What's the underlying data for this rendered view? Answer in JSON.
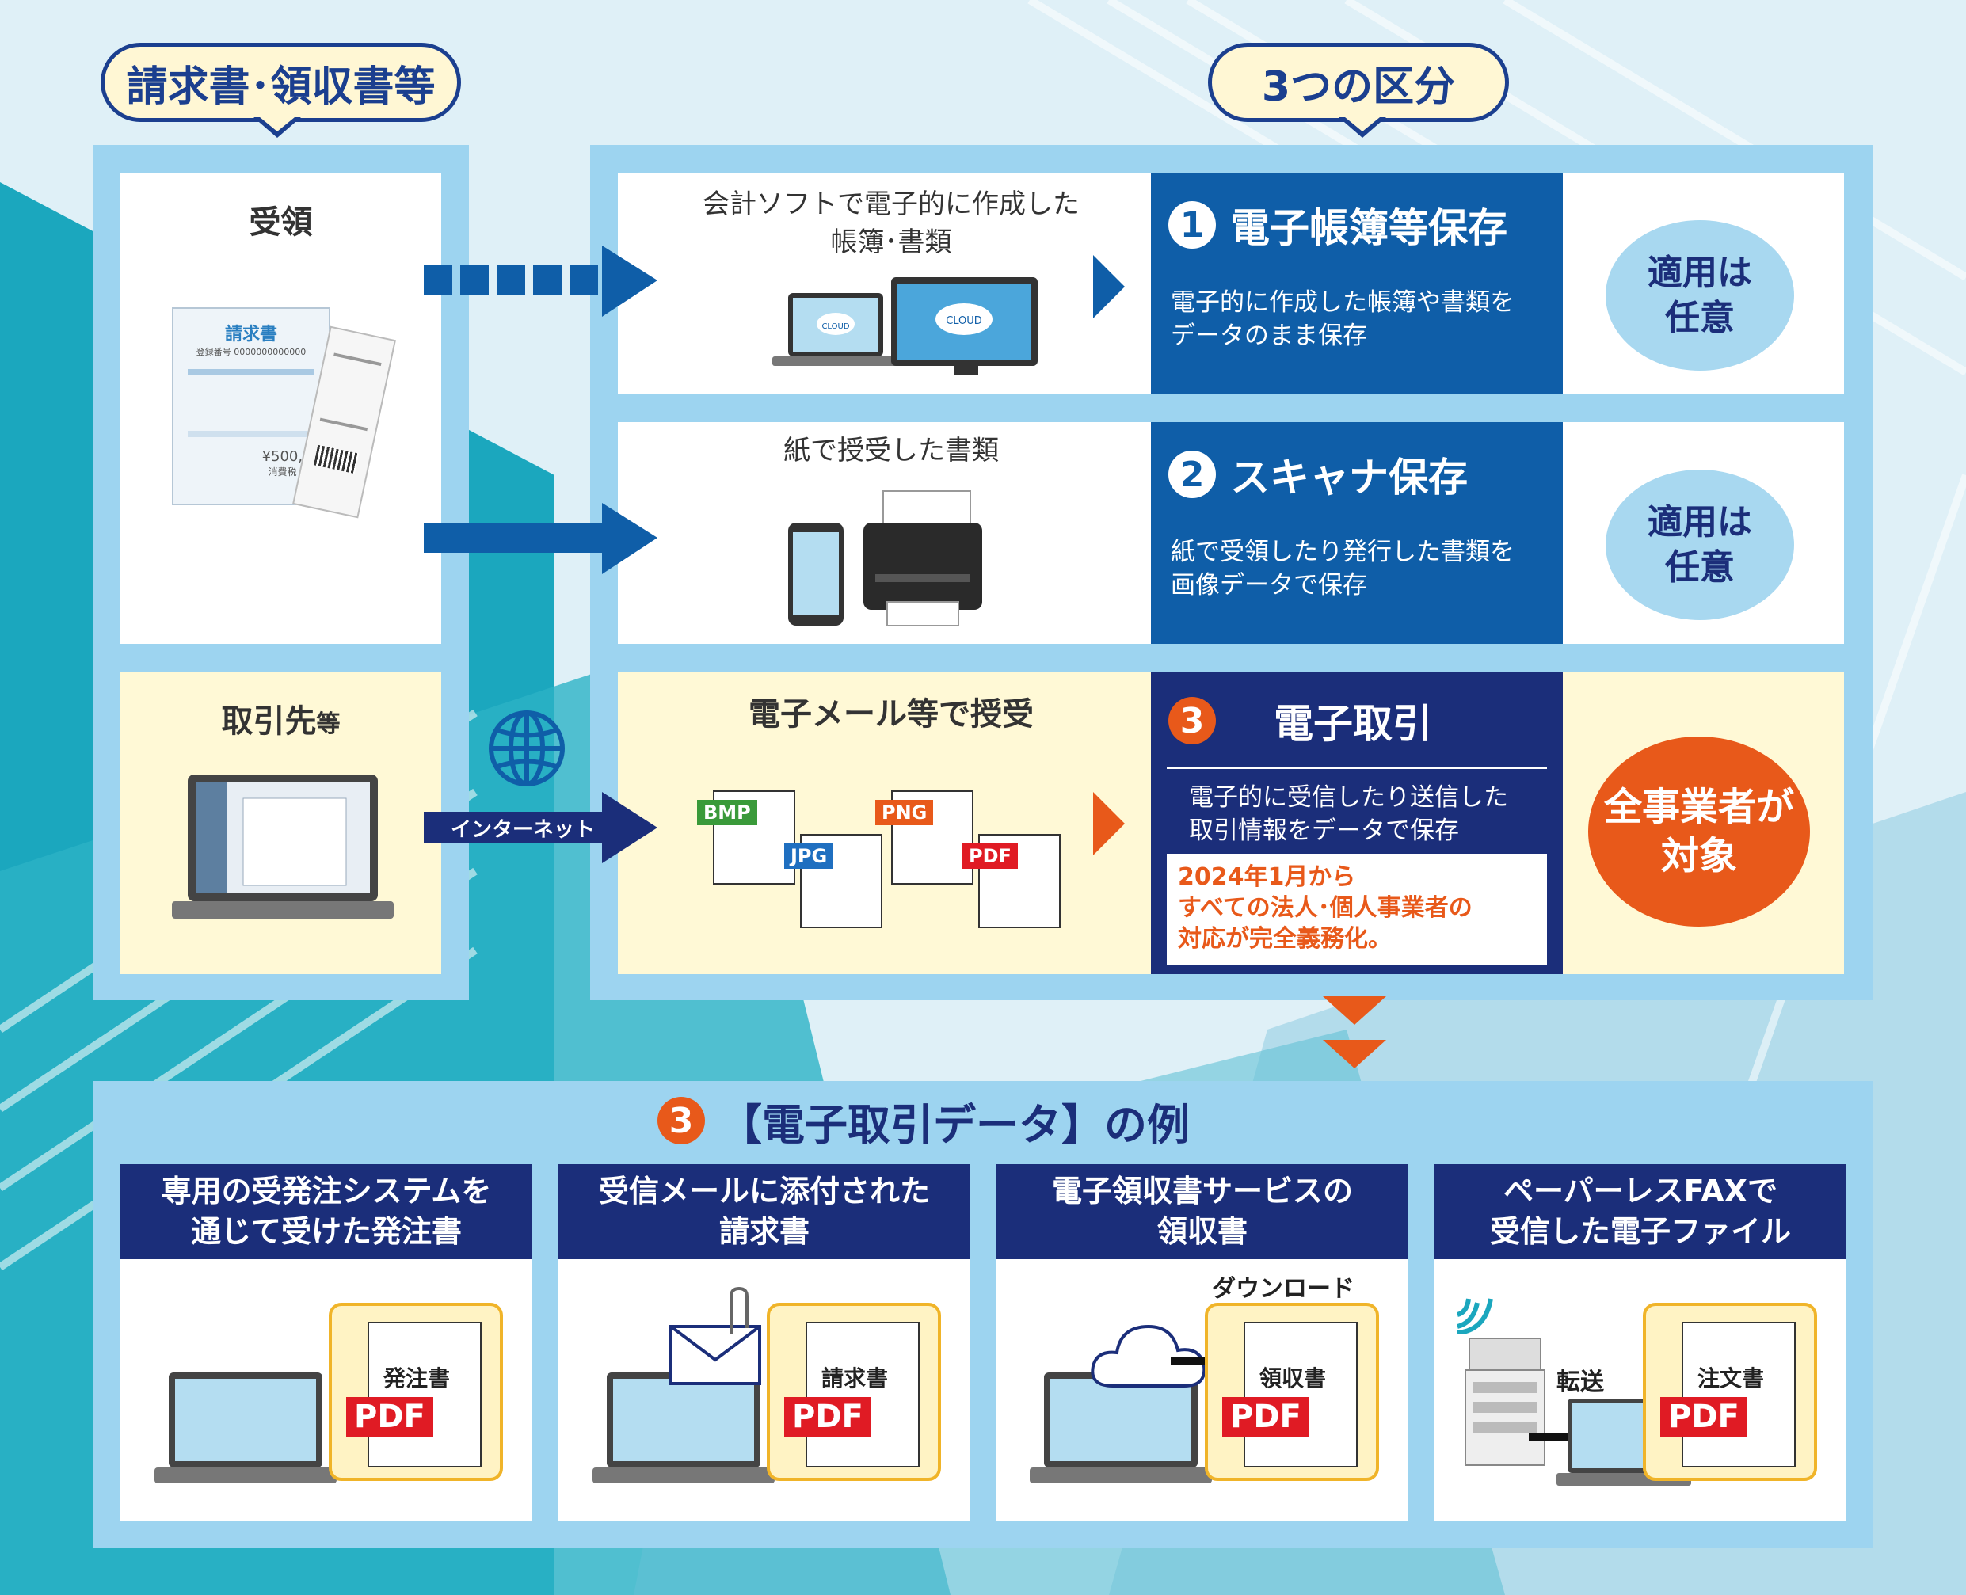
{
  "colors": {
    "navy": "#1b2e7a",
    "blue": "#0f5ea8",
    "light_blue": "#9dd4f0",
    "orange": "#e8591a",
    "cream": "#fff9d6",
    "pale_circle": "#a8d8f0"
  },
  "top_labels": {
    "left": "請求書･領収書等",
    "right": "3つの区分"
  },
  "left_panel": {
    "received_title": "受領",
    "invoice_doc": {
      "title": "請求書",
      "reg": "登録番号 0000000000000",
      "amount": "¥500,00",
      "tax": "消費税 ¥50,"
    },
    "partner_title": "取引先",
    "partner_suffix": "等",
    "internet_label": "インターネット"
  },
  "rows": [
    {
      "source_text": "会計ソフトで電子的に作成した\n帳簿･書類",
      "cloud_label": "CLOUD",
      "number": "1",
      "title": "電子帳簿等保存",
      "desc": "電子的に作成した帳簿や書類を\nデータのまま保存",
      "badge": "適用は\n任意"
    },
    {
      "source_text": "紙で授受した書類",
      "number": "2",
      "title": "スキャナ保存",
      "desc": "紙で受領したり発行した書類を\n画像データで保存",
      "badge": "適用は\n任意"
    },
    {
      "source_text": "電子メール等で授受",
      "file_tags": [
        "BMP",
        "JPG",
        "PNG",
        "PDF"
      ],
      "number": "3",
      "title": "電子取引",
      "desc": "電子的に受信したり送信した\n取引情報をデータで保存",
      "notice": "2024年1月から\nすべての法人･個人事業者の\n対応が完全義務化。",
      "badge": "全事業者が\n対象"
    }
  ],
  "examples_section": {
    "number": "3",
    "title": "【電子取引データ】の例",
    "items": [
      {
        "header": "専用の受発注システムを\n通じて受けた発注書",
        "doc": "発注書",
        "pdf": "PDF"
      },
      {
        "header": "受信メールに添付された\n請求書",
        "doc": "請求書",
        "pdf": "PDF"
      },
      {
        "header": "電子領収書サービスの\n領収書",
        "doc": "領収書",
        "pdf": "PDF",
        "note": "ダウンロード"
      },
      {
        "header": "ペーパーレスFAXで\n受信した電子ファイル",
        "doc": "注文書",
        "pdf": "PDF",
        "note": "転送"
      }
    ]
  }
}
